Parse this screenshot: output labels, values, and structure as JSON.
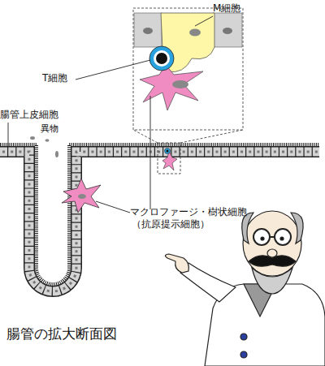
{
  "diagram": {
    "title": "腸管の拡大断面図",
    "labels": [
      "M細胞",
      "T細胞",
      "腸管上皮細胞",
      "異物",
      "マクロファージ・樹状細胞",
      "（抗原提示細胞）"
    ]
  }
}
